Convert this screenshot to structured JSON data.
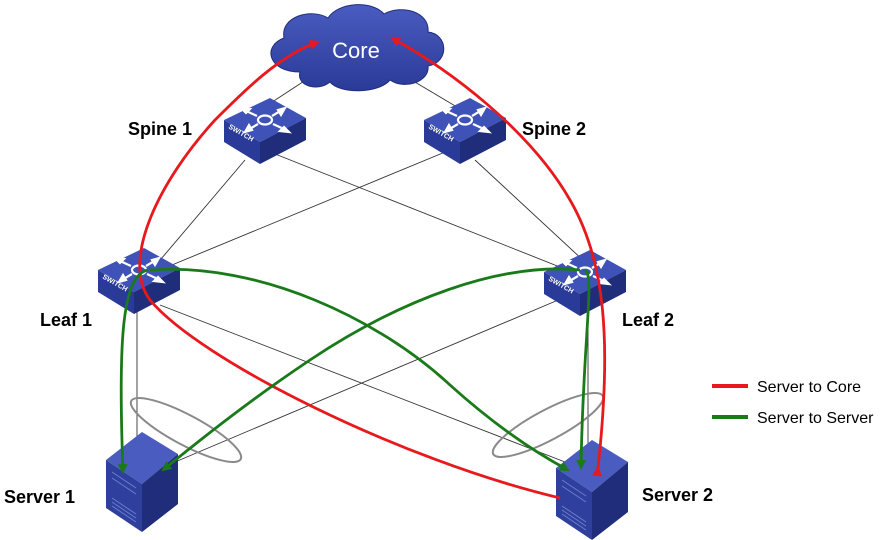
{
  "nodes": {
    "core": {
      "label": "Core"
    },
    "spine1": {
      "label": "Spine 1"
    },
    "spine2": {
      "label": "Spine 2"
    },
    "leaf1": {
      "label": "Leaf 1"
    },
    "leaf2": {
      "label": "Leaf 2"
    },
    "server1": {
      "label": "Server 1"
    },
    "server2": {
      "label": "Server 2"
    }
  },
  "switch_marking": "SWITCH",
  "legend": [
    {
      "label": "Server to Core",
      "color": "#e8191c"
    },
    {
      "label": "Server to Server",
      "color": "#1a7a1a"
    }
  ],
  "colors": {
    "device": "#2e3f9e",
    "device_dark": "#1f2d7a",
    "link": "#333333",
    "lag_ring": "#8a8a8a"
  }
}
